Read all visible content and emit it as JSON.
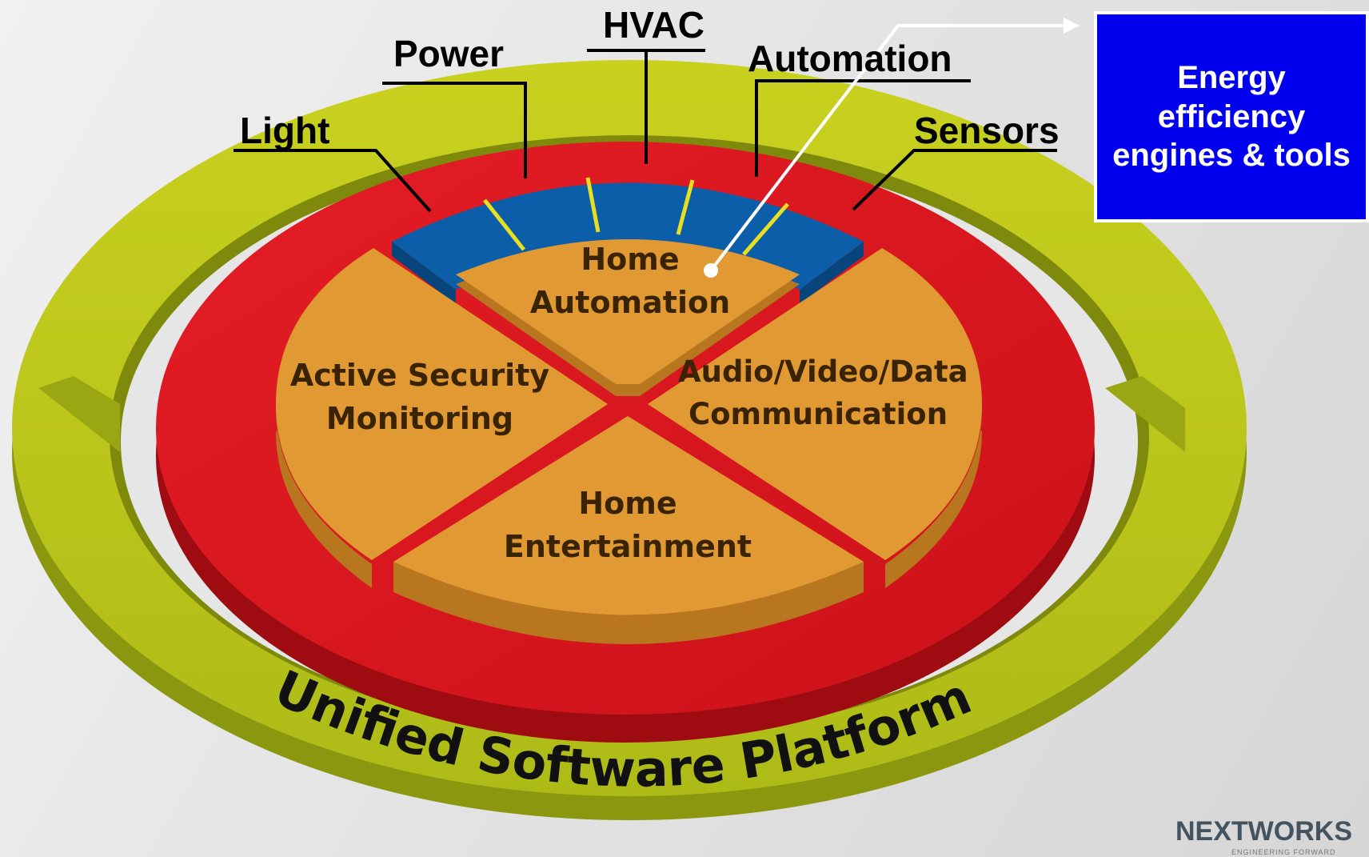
{
  "diagram": {
    "outer_ring_label": "Unified Software Platform",
    "service_labels": [
      "Light",
      "Power",
      "HVAC",
      "Automation",
      "Sensors"
    ],
    "segments": {
      "home_automation": [
        "Home",
        "Automation"
      ],
      "active_security": [
        "Active Security",
        "Monitoring"
      ],
      "audio_video_data": [
        "Audio/Video/Data",
        "Communication"
      ],
      "home_entertainment": [
        "Home",
        "Entertainment"
      ]
    },
    "callout": "Energy efficiency engines & tools"
  },
  "logo": {
    "brand": "NEXTWORKS",
    "tagline": "ENGINEERING FORWARD"
  },
  "colors": {
    "outer_ring": "#b7c41c",
    "red_disc": "#d8141e",
    "blue_band": "#0c5ea8",
    "blue_separators": "#e8df20",
    "segments": "#e19a33",
    "callout_box": "#0000ee",
    "callout_border": "#ffffff"
  },
  "icons": {
    "callout_connector": "arrow-right-icon",
    "logo_mark": "nextworks-logo"
  }
}
